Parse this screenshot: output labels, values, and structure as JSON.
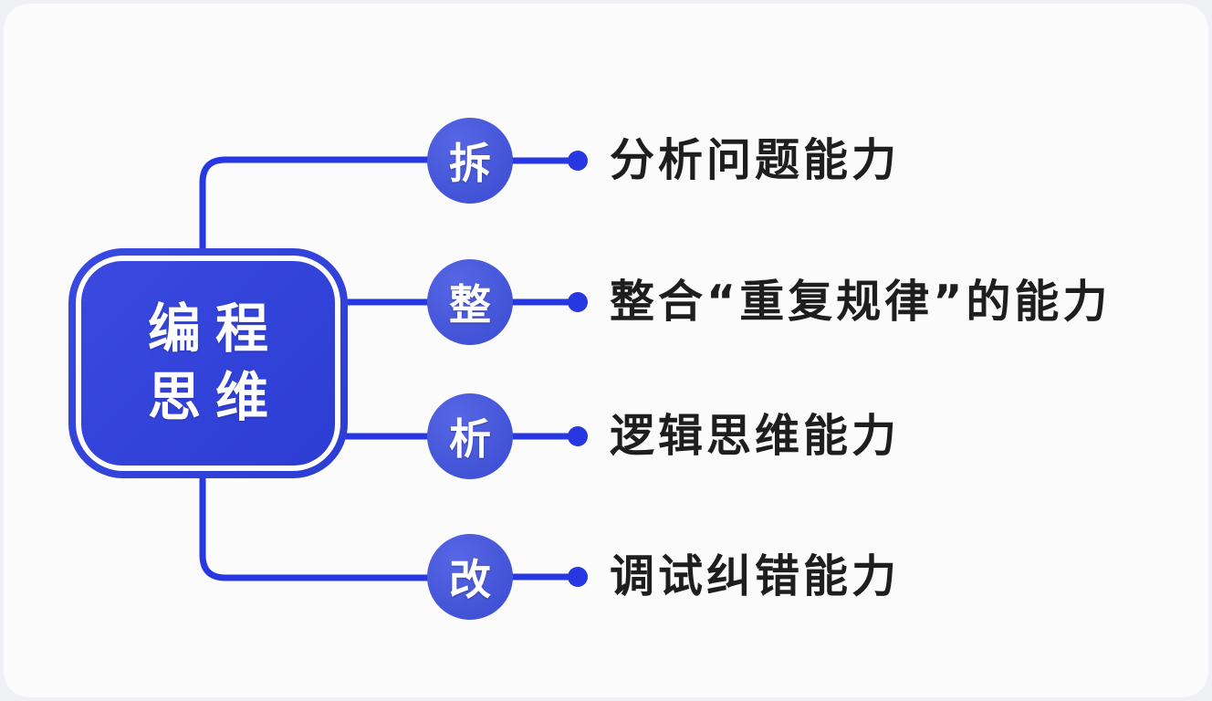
{
  "diagram": {
    "type": "mindmap",
    "root_node": {
      "title_line1": "编程",
      "title_line2": "思维",
      "title_full": "编程思维"
    },
    "branches": [
      {
        "key": "拆",
        "label": "分析问题能力"
      },
      {
        "key": "整",
        "label": "整合“重复规律”的能力"
      },
      {
        "key": "析",
        "label": "逻辑思维能力"
      },
      {
        "key": "改",
        "label": "调试纠错能力"
      }
    ]
  },
  "colors": {
    "page_bg": "#eff0f3",
    "card_bg": "#fbfbfc",
    "node_blue": "#2c3dd4",
    "node_blue_light": "#3a4ae0",
    "circle_blue": "#4152d6",
    "circle_blue_light": "#5666e4",
    "line_blue": "#2737e1",
    "label_black": "#1e1e1e",
    "node_text": "#ffffff"
  }
}
